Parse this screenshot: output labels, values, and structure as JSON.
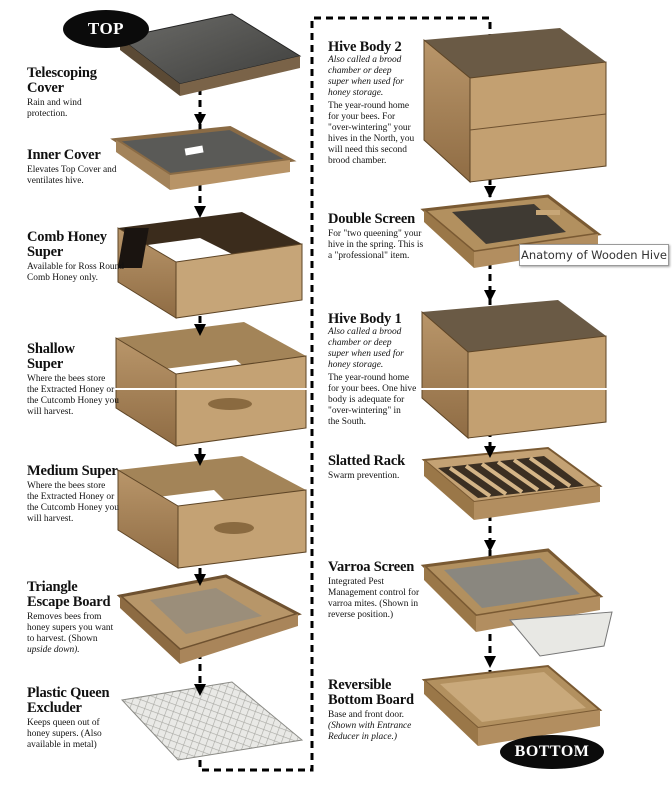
{
  "markers": {
    "top": "TOP",
    "bottom": "BOTTOM"
  },
  "tooltip": "Anatomy of Wooden Hive",
  "left_components": [
    {
      "title_lines": [
        "Telescoping",
        "Cover"
      ],
      "desc_lines": [
        "Rain and wind",
        "protection."
      ],
      "note_lines": []
    },
    {
      "title_lines": [
        "Inner Cover"
      ],
      "desc_lines": [
        "Elevates Top Cover and",
        "ventilates hive."
      ],
      "note_lines": []
    },
    {
      "title_lines": [
        "Comb Honey",
        "Super"
      ],
      "desc_lines": [
        "Available for Ross Round",
        "Comb Honey only."
      ],
      "note_lines": []
    },
    {
      "title_lines": [
        "Shallow",
        "Super"
      ],
      "desc_lines": [
        "Where the bees store",
        "the Extracted Honey or",
        "the Cutcomb Honey you",
        "will harvest."
      ],
      "note_lines": []
    },
    {
      "title_lines": [
        "Medium Super"
      ],
      "desc_lines": [
        "Where the bees store",
        "the Extracted Honey or",
        "the Cutcomb Honey you",
        "will harvest."
      ],
      "note_lines": []
    },
    {
      "title_lines": [
        "Triangle",
        "Escape Board"
      ],
      "desc_lines": [
        "Removes bees from",
        "honey supers you want",
        "to harvest. (Shown",
        "upside down)."
      ],
      "note_lines": []
    },
    {
      "title_lines": [
        "Plastic Queen",
        "Excluder"
      ],
      "desc_lines": [
        "Keeps queen out of",
        "honey supers. (Also",
        "available in metal)"
      ],
      "note_lines": []
    }
  ],
  "right_components": [
    {
      "title_lines": [
        "Hive Body 2"
      ],
      "note_lines": [
        "Also called a brood",
        "chamber or deep",
        "super when used for",
        "honey storage."
      ],
      "desc_lines": [
        "The year-round home",
        "for your bees. For",
        "\"over-wintering\" your",
        "hives in the North, you",
        "will need this second",
        "brood chamber."
      ]
    },
    {
      "title_lines": [
        "Double Screen"
      ],
      "note_lines": [],
      "desc_lines": [
        "For \"two queening\" your",
        "hive in the spring. This is",
        "a \"professional\" item."
      ]
    },
    {
      "title_lines": [
        "Hive Body 1"
      ],
      "note_lines": [
        "Also called a brood",
        "chamber or deep",
        "super when used for",
        "honey storage."
      ],
      "desc_lines": [
        "The year-round home",
        "for your bees. One hive",
        "body is adequate for",
        "\"over-wintering\" in",
        "the South."
      ]
    },
    {
      "title_lines": [
        "Slatted Rack"
      ],
      "note_lines": [],
      "desc_lines": [
        "Swarm prevention."
      ]
    },
    {
      "title_lines": [
        "Varroa Screen"
      ],
      "note_lines": [],
      "desc_lines": [
        "Integrated Pest",
        "Management control for",
        "varroa mites. (Shown in",
        "reverse position.)"
      ]
    },
    {
      "title_lines": [
        "Reversible",
        "Bottom Board"
      ],
      "note_lines": [],
      "desc_lines": [
        "Base and front door."
      ],
      "note_after_lines": [
        "(Shown with Entrance",
        "Reducer in place.)"
      ]
    }
  ],
  "colors": {
    "wood": "#c2a477",
    "wood_dark": "#7a5a33",
    "ink": "#0b0b0b"
  }
}
